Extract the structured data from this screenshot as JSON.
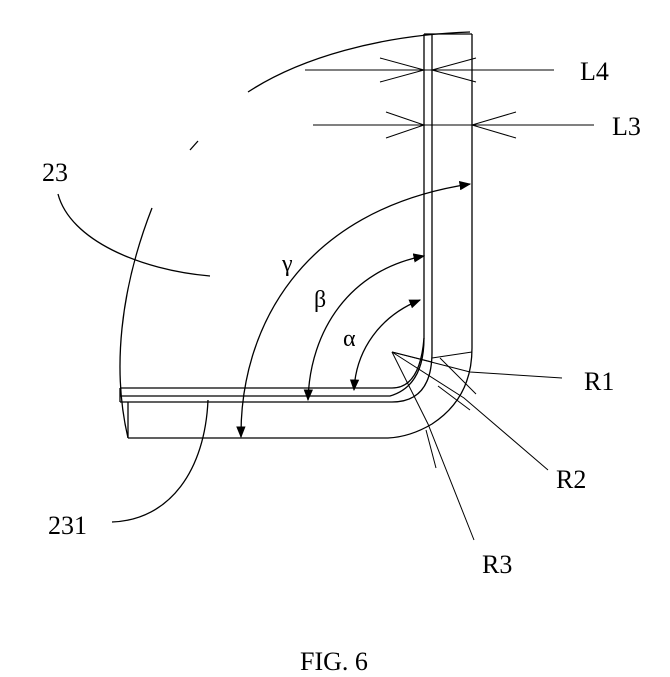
{
  "labels": {
    "part_23": "23",
    "part_231": "231",
    "l4": "L4",
    "l3": "L3",
    "r1": "R1",
    "r2": "R2",
    "r3": "R3",
    "gamma": "γ",
    "beta": "β",
    "alpha": "α"
  },
  "caption": "FIG. 6"
}
